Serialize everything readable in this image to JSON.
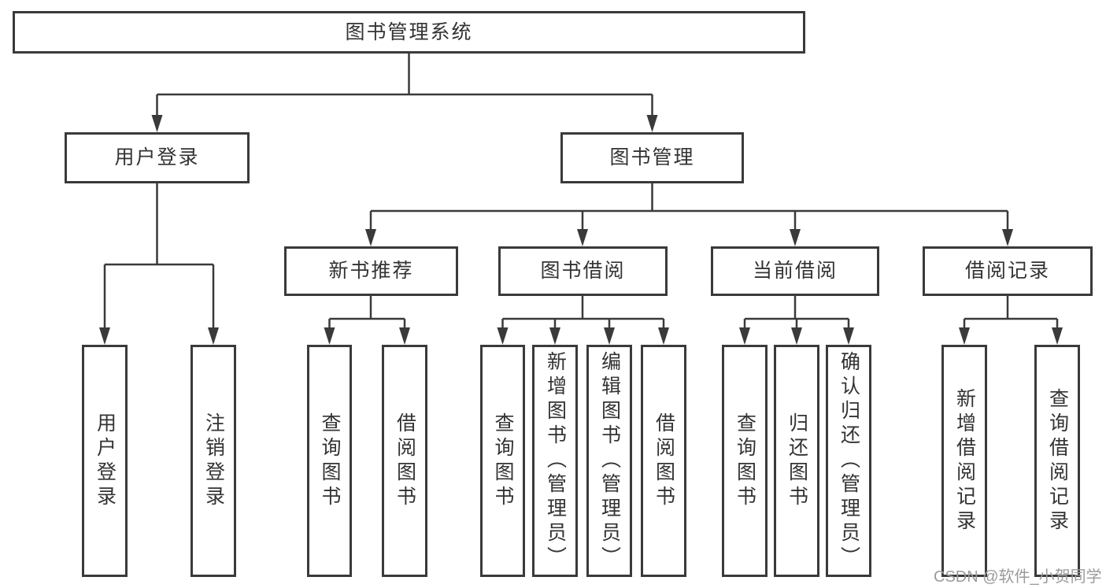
{
  "title": "图书管理系统",
  "tree": {
    "root": "图书管理系统",
    "branches": [
      {
        "label": "用户登录",
        "children": [
          "用户登录",
          "注销登录"
        ]
      },
      {
        "label": "图书管理",
        "children": [
          {
            "label": "新书推荐",
            "children": [
              "查询图书",
              "借阅图书"
            ]
          },
          {
            "label": "图书借阅",
            "children": [
              "查询图书",
              "新增图书（管理员）",
              "编辑图书（管理员）",
              "借阅图书"
            ]
          },
          {
            "label": "当前借阅",
            "children": [
              "查询图书",
              "归还图书",
              "确认归还（管理员）"
            ]
          },
          {
            "label": "借阅记录",
            "children": [
              "新增借阅记录",
              "查询借阅记录"
            ]
          }
        ]
      }
    ]
  },
  "watermark": {
    "text": "CSDN @软件_小贺同学",
    "color": "#9b9b9b"
  },
  "colors": {
    "line": "#3a3a3a",
    "text": "#333333",
    "background": "#ffffff"
  }
}
